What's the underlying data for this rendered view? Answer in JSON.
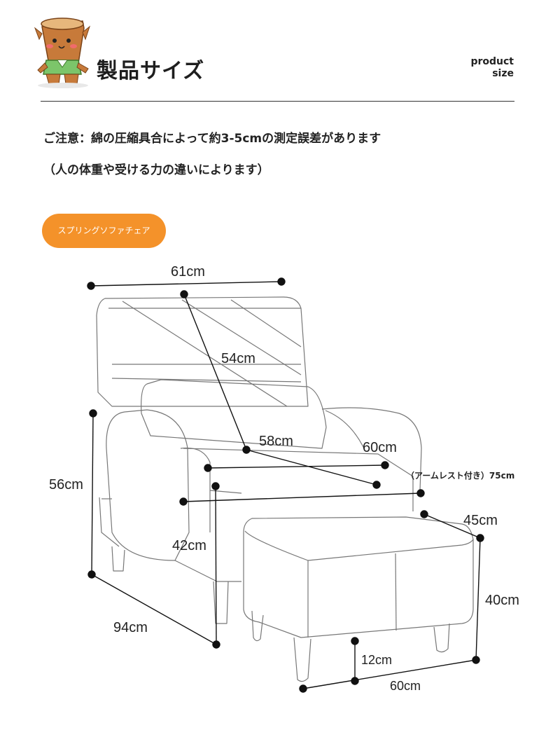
{
  "header": {
    "title": "製品サイズ",
    "english_line1": "product",
    "english_line2": "size"
  },
  "notes": {
    "line1": "ご注意：綿の圧縮具合によって約3-5cmの測定誤差があります",
    "line2": "（人の体重や受ける力の違いによります）"
  },
  "product_label": "スプリングソファチェア",
  "dimensions": {
    "top_width": "61cm",
    "back_diagonal": "54cm",
    "seat_depth": "58cm",
    "seat_width": "60cm",
    "armrest_note": "（アームレスト付き）75cm",
    "arm_height": "56cm",
    "seat_height": "42cm",
    "full_depth": "94cm",
    "ottoman_depth": "45cm",
    "ottoman_height": "40cm",
    "leg_height": "12cm",
    "ottoman_width": "60cm"
  },
  "colors": {
    "accent": "#f4922a",
    "line": "#111111",
    "sketch": "#777777"
  },
  "icons": {
    "mascot": "tree-stump-mascot-icon"
  }
}
